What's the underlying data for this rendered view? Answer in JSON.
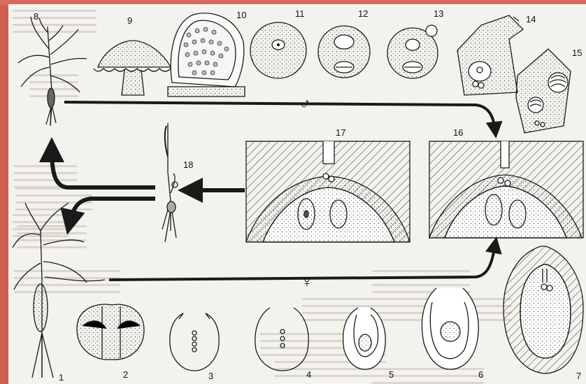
{
  "diagram": {
    "colors": {
      "ink": "#1a1a1a",
      "paper": "#f4f2ec",
      "frame": "#d9655b"
    },
    "male_symbol": "♂",
    "female_symbol": "♀",
    "labels": {
      "n1": "1",
      "n2": "2",
      "n3": "3",
      "n4": "4",
      "n5": "5",
      "n6": "6",
      "n7": "7",
      "n8": "8",
      "n9": "9",
      "n10": "10",
      "n11": "11",
      "n12": "12",
      "n13": "13",
      "n14": "14",
      "n15": "15",
      "n16": "16",
      "n17": "17",
      "n18": "18"
    }
  }
}
